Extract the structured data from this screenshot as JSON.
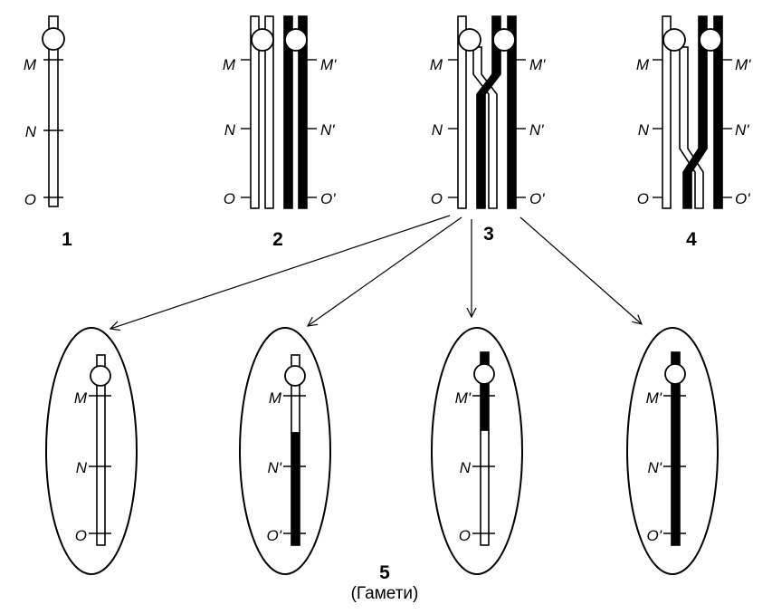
{
  "figure": {
    "loci": {
      "m": "M",
      "n": "N",
      "o": "O",
      "m2": "M'",
      "n2": "N'",
      "o2": "O'"
    },
    "stage_numbers": [
      "1",
      "2",
      "3",
      "4"
    ],
    "gametes": {
      "number": "5",
      "caption": "(Гамети)",
      "labels": [
        [
          "M",
          "N",
          "O"
        ],
        [
          "M",
          "N'",
          "O'"
        ],
        [
          "M'",
          "N",
          "O"
        ],
        [
          "M'",
          "N'",
          "O'"
        ]
      ]
    }
  },
  "colors": {
    "line": "#000000",
    "background": "#ffffff"
  }
}
